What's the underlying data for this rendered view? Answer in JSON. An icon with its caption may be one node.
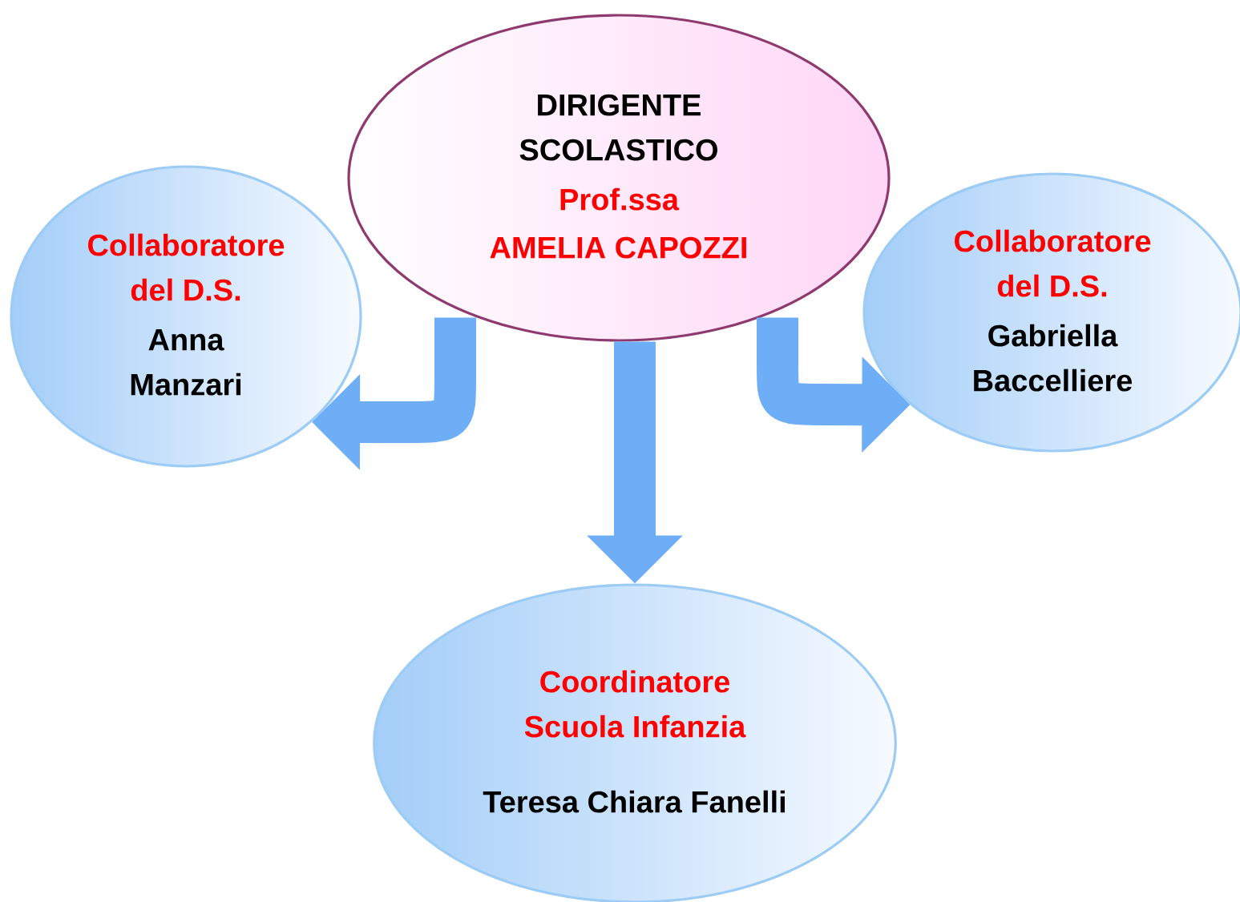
{
  "diagram": {
    "nodes": [
      {
        "text": [
          "DIRIGENTE SCOLASTICO",
          "Prof.ssa",
          "AMELIA CAPOZZI"
        ]
      },
      {
        "text": [
          "Collaboratore del D.S.",
          "Anna Manzari"
        ]
      },
      {
        "text": [
          "Collaboratore del D.S.",
          "Gabriella Baccelliere"
        ]
      },
      {
        "text": [
          "Coordinatore Scuola Infanzia",
          "Teresa Chiara Fanelli"
        ]
      }
    ],
    "edges": [
      {
        "from": 0,
        "to": 1,
        "arrow": "to"
      },
      {
        "from": 0,
        "to": 3,
        "arrow": "to"
      },
      {
        "from": 0,
        "to": 2,
        "arrow": "to"
      }
    ]
  }
}
